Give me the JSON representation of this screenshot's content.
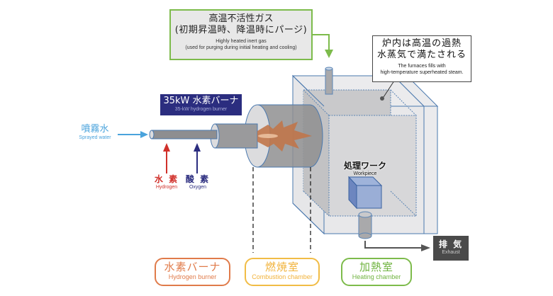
{
  "inert_gas": {
    "title_line1": "高温不活性ガス",
    "title_line2": "(初期昇温時、降温時にパージ)",
    "en_line1": "Highly heated inert gas",
    "en_line2": "(used for purging during initial heating and cooling)"
  },
  "steam_note": {
    "title_line1": "炉内は高温の過熱",
    "title_line2": "水蒸気で満たされる",
    "en_line1": "The furnaces fills with",
    "en_line2": "high-temperature superheated steam."
  },
  "burner_label": {
    "title": "35kW 水素バーナ",
    "en": "35-kW hydrogen burner"
  },
  "sprayed_water": {
    "title": "噴霧水",
    "en": "Sprayed water"
  },
  "hydrogen": {
    "title": "水 素",
    "en": "Hydrogen"
  },
  "oxygen": {
    "title": "酸 素",
    "en": "Oxygen"
  },
  "workpiece": {
    "title": "処理ワーク",
    "en": "Workpiece"
  },
  "exhaust": {
    "title": "排 気",
    "en": "Exhaust"
  },
  "sections": [
    {
      "title": "水素バーナ",
      "en": "Hydrogen burner"
    },
    {
      "title": "燃焼室",
      "en": "Combustion chamber"
    },
    {
      "title": "加熱室",
      "en": "Heating chamber"
    }
  ],
  "colors": {
    "inert_arrow": "#7dbb4b",
    "water_arrow": "#4aa3dc",
    "hydrogen_arrow": "#d0302a",
    "oxygen_arrow": "#2b2d7f",
    "flame": "#c0764a",
    "burner_section": "#e07b4a",
    "combustion_section": "#f1bc45",
    "heating_section": "#7dbb4b"
  }
}
